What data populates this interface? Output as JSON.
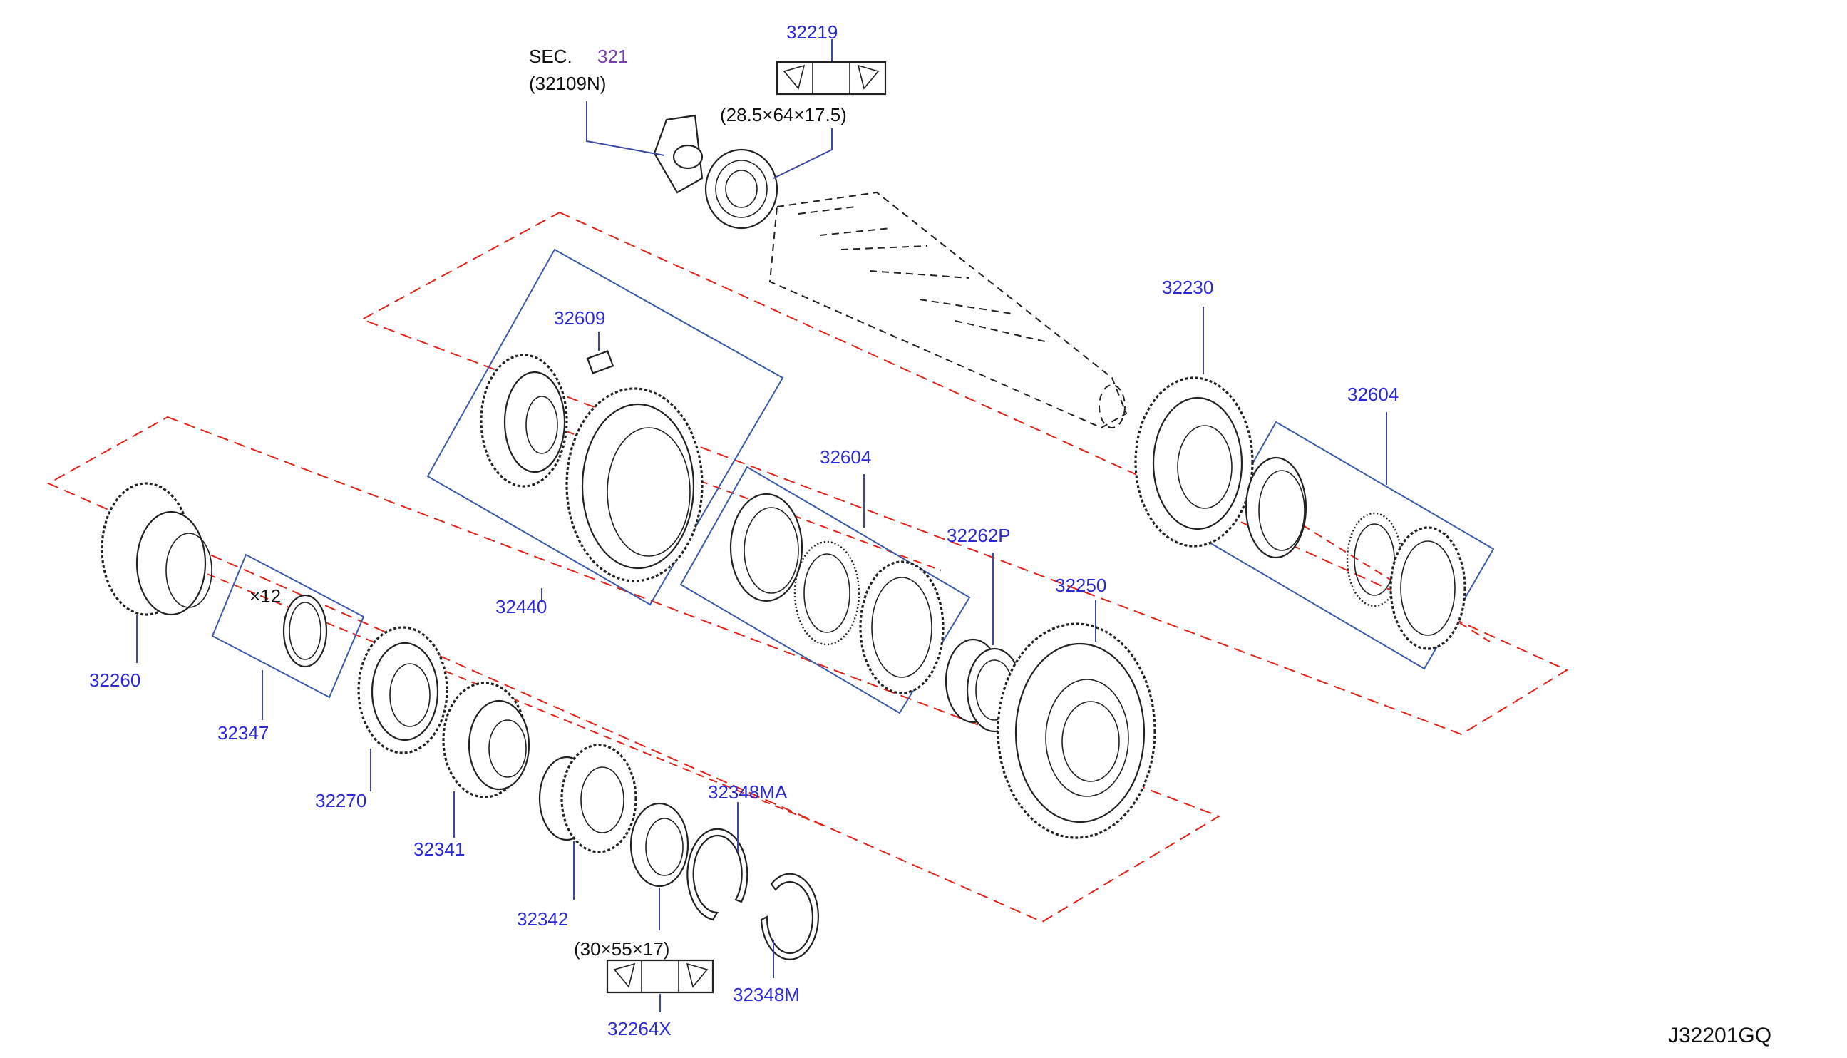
{
  "diagram_id": "J32201GQ",
  "sec": {
    "prefix": "SEC.",
    "number": "321",
    "ref": "(32109N)"
  },
  "labels": {
    "p32219": "32219",
    "bearing_top": "(28.5×64×17.5)",
    "p32230": "32230",
    "p32604_right": "32604",
    "p32609": "32609",
    "p32604_mid": "32604",
    "p32262P": "32262P",
    "p32250": "32250",
    "p32440": "32440",
    "qty": "×12",
    "p32260": "32260",
    "p32347": "32347",
    "p32270": "32270",
    "p32341": "32341",
    "p32348MA": "32348MA",
    "p32342": "32342",
    "bearing_bottom": "(30×55×17)",
    "p32348M": "32348M",
    "p32264X": "32264X"
  },
  "colors": {
    "part_number": "#2a2ad6",
    "section_number": "#7a3fb0",
    "assembly_outline": "#e2231a",
    "group_box": "#3b5aa8",
    "drawing": "#222222"
  }
}
